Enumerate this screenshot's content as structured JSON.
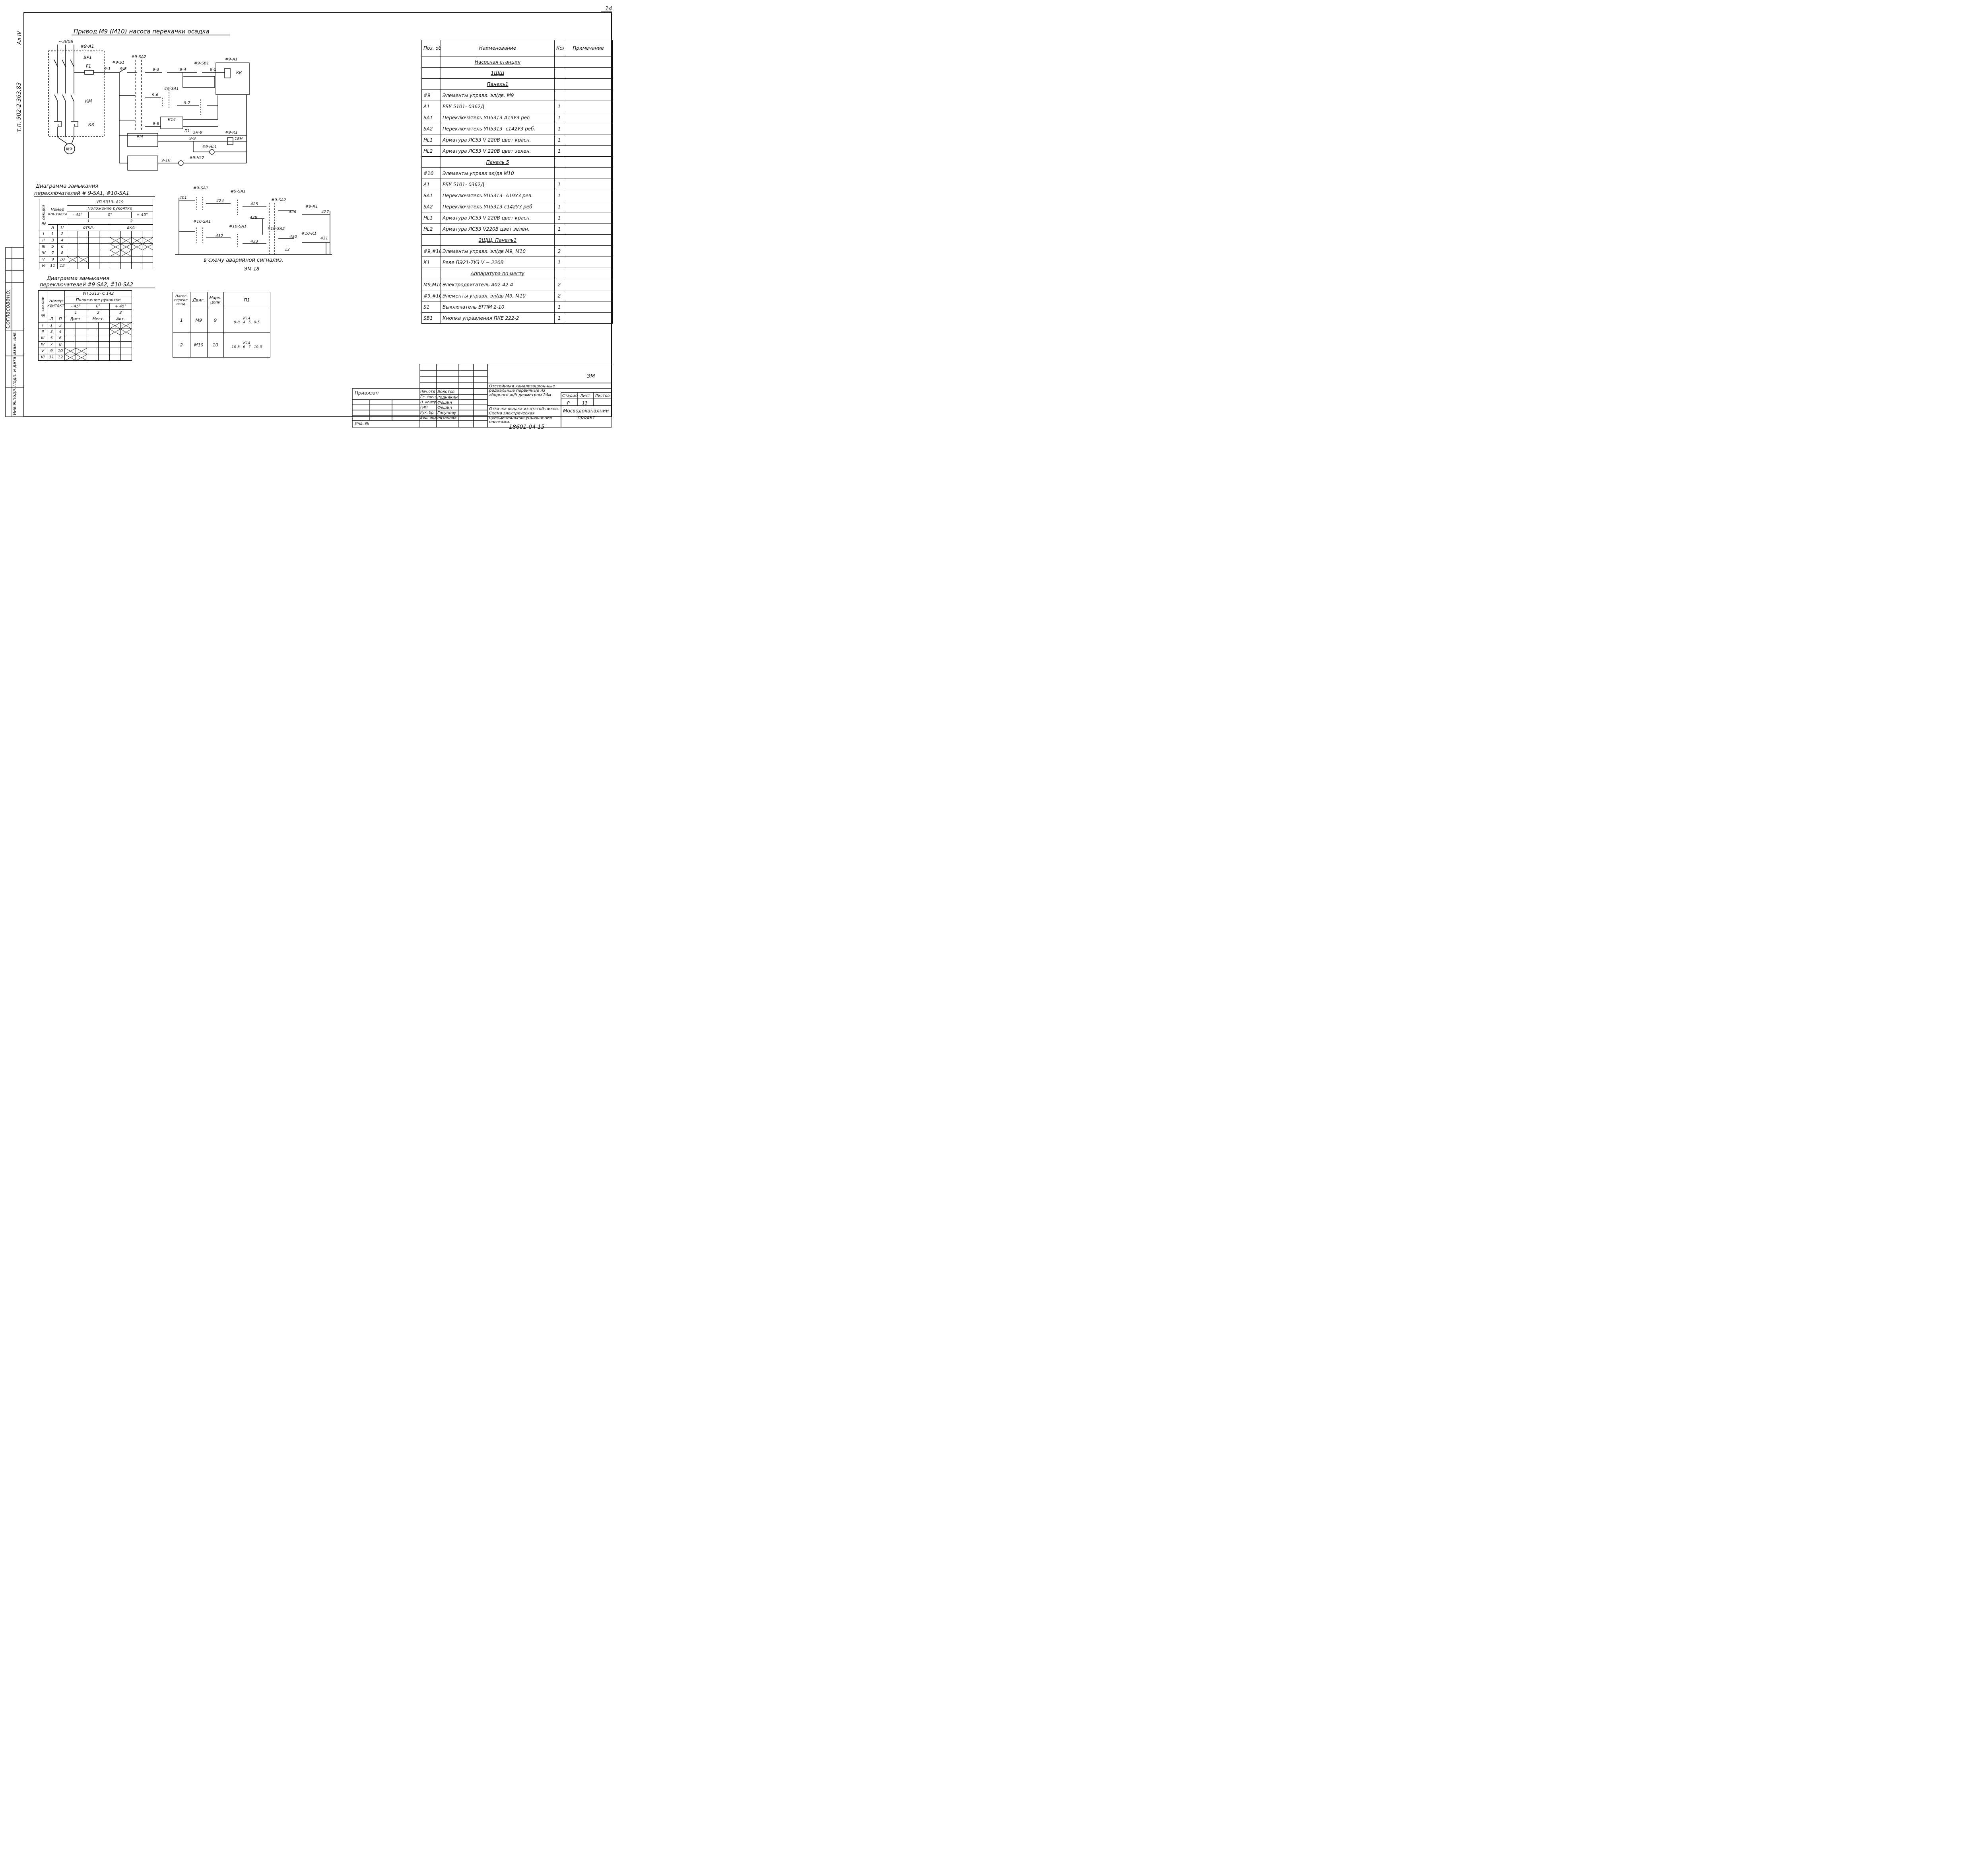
{
  "sheet": {
    "page_number": "14",
    "album_no": "т.п. 902-2-363.83",
    "album_sheet": "Ал IV",
    "approval_label": "Согласовано:",
    "left_stamp": [
      "Инв.№подл.",
      "Подп. и дата",
      "Взам. инв."
    ],
    "doc_code": "18601-04 15",
    "format": "ЭМ-18"
  },
  "schematic": {
    "title": "Привод М9 (М10) насоса перекачки осадка",
    "supply": "~380В",
    "labels": [
      "#9-А1",
      "ВР1",
      "F1",
      "КМ",
      "КК",
      "М9",
      "#9-S1",
      "#9-SA2",
      "#9-SB1",
      "#9-А1",
      "9-1",
      "9-2",
      "9-3",
      "9-4",
      "9-5",
      "9-6",
      "9-7",
      "9-8",
      "9-9",
      "9-10",
      "#9-SA1",
      "К14",
      "П1",
      "эм-9",
      "#9-К1",
      "18Н",
      "#9-HL1",
      "#9-HL2",
      "КМ",
      "КК"
    ]
  },
  "spec": {
    "headers": [
      "Поз. обозн.",
      "Наименование",
      "Кол",
      "Примечание"
    ],
    "rows": [
      {
        "pos": "",
        "name": "Насосная станция",
        "qty": "",
        "center": true
      },
      {
        "pos": "",
        "name": "1ЩЩ",
        "qty": "",
        "center": true
      },
      {
        "pos": "",
        "name": "Панель1",
        "qty": "",
        "center": true
      },
      {
        "pos": "#9",
        "name": "Элементы управл. эл/дв. М9",
        "qty": "",
        "center": false
      },
      {
        "pos": "А1",
        "name": "РБУ 5101- 0362Д",
        "qty": "1",
        "center": false
      },
      {
        "pos": "SA1",
        "name": "Переключатель УП5313-А19У3 рев",
        "qty": "1",
        "center": false
      },
      {
        "pos": "SA2",
        "name": "Переключатель УП5313- с142У3 реб.",
        "qty": "1",
        "center": false
      },
      {
        "pos": "HL1",
        "name": "Арматура ЛС53 V 220В цвет красн.",
        "qty": "1",
        "center": false
      },
      {
        "pos": "HL2",
        "name": "Арматура ЛС53 V 220В цвет зелен.",
        "qty": "1",
        "center": false
      },
      {
        "pos": "",
        "name": "Панель 5",
        "qty": "",
        "center": true
      },
      {
        "pos": "#10",
        "name": "Элементы управл эл/дв М10",
        "qty": "",
        "center": false
      },
      {
        "pos": "А1",
        "name": "РБУ 5101- 0362Д",
        "qty": "1",
        "center": false
      },
      {
        "pos": "SA1",
        "name": "Переключатель УП5313- А19У3 рев.",
        "qty": "1",
        "center": false
      },
      {
        "pos": "SA2",
        "name": "Переключатель УП5313-с142У3 реб",
        "qty": "1",
        "center": false
      },
      {
        "pos": "HL1",
        "name": "Арматура ЛС53 V 220В цвет красн.",
        "qty": "1",
        "center": false
      },
      {
        "pos": "HL2",
        "name": "Арматура ЛС53 V220В цвет зелен.",
        "qty": "1",
        "center": false
      },
      {
        "pos": "",
        "name": "2ЩЩ. Панель1",
        "qty": "",
        "center": true
      },
      {
        "pos": "#9,#10",
        "name": "Элементы управл. эл/дв М9, М10",
        "qty": "2",
        "center": false
      },
      {
        "pos": "К1",
        "name": "Реле ПЭ21-7У3 V ~ 220В",
        "qty": "1",
        "center": false
      },
      {
        "pos": "",
        "name": "Аппаратура по месту",
        "qty": "",
        "center": true
      },
      {
        "pos": "М9,М10",
        "name": "Электродвигатель А02-42-4",
        "qty": "2",
        "center": false
      },
      {
        "pos": "#9,#10",
        "name": "Элементы управл. эл/дв М9, М10",
        "qty": "2",
        "center": false
      },
      {
        "pos": "S1",
        "name": "Выключатель ВГПМ 2-10",
        "qty": "1",
        "center": false
      },
      {
        "pos": "SB1",
        "name": "Кнопка управления ПКЕ 222-2",
        "qty": "1",
        "center": false
      }
    ]
  },
  "diagram1": {
    "title1": "Диаграмма замыкания",
    "title2": "переключателей # 9-SA1, #10-SA1",
    "switch": "УП 5313- А19",
    "handle": "Положение рукоятки",
    "positions": [
      "- 45°",
      "0°",
      "+ 45°"
    ],
    "pos_nums": [
      "1",
      "2"
    ],
    "modes": [
      "откл.",
      "вкл."
    ],
    "contact_hdr": "Номер контакта",
    "section_hdr": "№ секции",
    "lr": [
      "Л",
      "П"
    ],
    "sections": [
      "I",
      "II",
      "III",
      "IV",
      "V",
      "VI"
    ],
    "contacts": [
      [
        "1",
        "2"
      ],
      [
        "3",
        "4"
      ],
      [
        "5",
        "6"
      ],
      [
        "7",
        "8"
      ],
      [
        "9",
        "10"
      ],
      [
        "11",
        "12"
      ]
    ]
  },
  "diagram2": {
    "title1": "Диаграмма замыкания",
    "title2": "переключателей #9-SA2, #10-SA2",
    "switch": "УП 5313- С 142",
    "handle": "Положение рукоятки",
    "positions": [
      "- 45°",
      "0°",
      "+ 45°"
    ],
    "pos_nums": [
      "1",
      "2",
      "3"
    ],
    "modes": [
      "Дист.",
      "Мест.",
      "Авт."
    ],
    "contact_hdr": "Номер контакта",
    "section_hdr": "№ секции",
    "lr": [
      "Л",
      "П"
    ],
    "sections": [
      "I",
      "II",
      "III",
      "IV",
      "V",
      "VI"
    ],
    "contacts": [
      [
        "1",
        "2"
      ],
      [
        "3",
        "4"
      ],
      [
        "5",
        "6"
      ],
      [
        "7",
        "8"
      ],
      [
        "9",
        "10"
      ],
      [
        "11",
        "12"
      ]
    ]
  },
  "alarm": {
    "labels": [
      "#9-SA1",
      "#9-SA1",
      "#9-SA2",
      "#9-К1",
      "#10-SA1",
      "#10-SA1",
      "#10-SA2",
      "#10-К1",
      "401",
      "424",
      "425",
      "426",
      "427",
      "428",
      "432",
      "433",
      "430",
      "431",
      "12"
    ],
    "caption": "в схему аварийной сигнализ."
  },
  "pump_table": {
    "headers": [
      "Насос. перекл. осад.",
      "Двиг.",
      "Марк. цепи",
      "П1"
    ],
    "rows": [
      {
        "n": "1",
        "motor": "М9",
        "circuit": "9",
        "relay": "К14",
        "wires": [
          "9-8",
          "4",
          "5",
          "9-5"
        ]
      },
      {
        "n": "2",
        "motor": "М10",
        "circuit": "10",
        "relay": "К14",
        "wires": [
          "10-8",
          "6",
          "7",
          "10-5"
        ]
      }
    ]
  },
  "stamp": {
    "privyazan": "Привязан",
    "inv": "Инв. №",
    "roles": [
      "Нач.отд",
      "Гл. спец.",
      "Н. контр",
      "ГИП",
      "Рук. бр.",
      "Вед. инж"
    ],
    "names": [
      "Болотов",
      "Редникин",
      "Фешин",
      "Фешин",
      "Гасунову",
      "Рязанова"
    ],
    "code": "ЭМ",
    "title1": "Отстойники канализацион-ные радиальные первичные из аборного ж/б диаметром 24м",
    "title2": "Откачка осадка из отстой-ников. Схема электрическая принципиальная управле-ния насосами.",
    "stage_hdr": "Стадия",
    "sheet_hdr": "Лист",
    "sheets_hdr": "Листов",
    "stage": "Р",
    "sheet_no": "13",
    "org": "Мосводоканалнии-проект"
  }
}
